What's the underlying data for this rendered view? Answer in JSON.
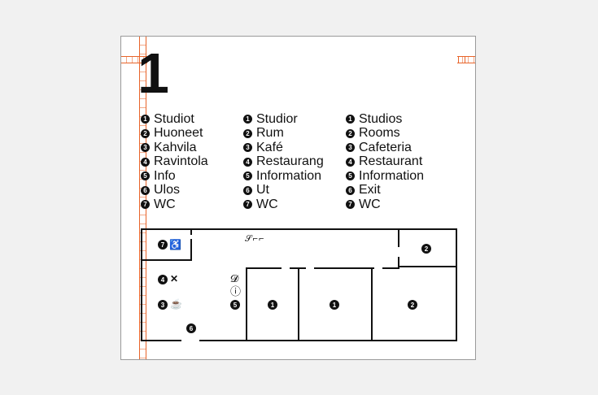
{
  "floor": {
    "number": "1"
  },
  "legend": {
    "finnish": [
      {
        "num": "1",
        "label": "Studiot"
      },
      {
        "num": "2",
        "label": "Huoneet"
      },
      {
        "num": "3",
        "label": "Kahvila"
      },
      {
        "num": "4",
        "label": "Ravintola"
      },
      {
        "num": "5",
        "label": "Info"
      },
      {
        "num": "6",
        "label": "Ulos"
      },
      {
        "num": "7",
        "label": "WC"
      }
    ],
    "swedish": [
      {
        "num": "1",
        "label": "Studior"
      },
      {
        "num": "2",
        "label": "Rum"
      },
      {
        "num": "3",
        "label": "Kafé"
      },
      {
        "num": "4",
        "label": "Restaurang"
      },
      {
        "num": "5",
        "label": "Information"
      },
      {
        "num": "6",
        "label": "Ut"
      },
      {
        "num": "7",
        "label": "WC"
      }
    ],
    "english": [
      {
        "num": "1",
        "label": "Studios"
      },
      {
        "num": "2",
        "label": "Rooms"
      },
      {
        "num": "3",
        "label": "Cafeteria"
      },
      {
        "num": "4",
        "label": "Restaurant"
      },
      {
        "num": "5",
        "label": "Information"
      },
      {
        "num": "6",
        "label": "Exit"
      },
      {
        "num": "7",
        "label": "WC"
      }
    ]
  },
  "plan": {
    "markers": {
      "wc": "7",
      "restaurant": "4",
      "cafeteria": "3",
      "info": "5",
      "exit": "6",
      "studio_a": "1",
      "studio_b": "1",
      "room_large": "2",
      "room_small": "2"
    },
    "icons": {
      "wheelchair": "♿",
      "restaurant": "✕",
      "cafeteria": "☕",
      "hearing_loop": "𝄢",
      "info": "ⓘ",
      "stairs": "⌇"
    }
  },
  "colors": {
    "guide": "#e8642a",
    "ink": "#111111",
    "background": "#f1f1f1"
  }
}
